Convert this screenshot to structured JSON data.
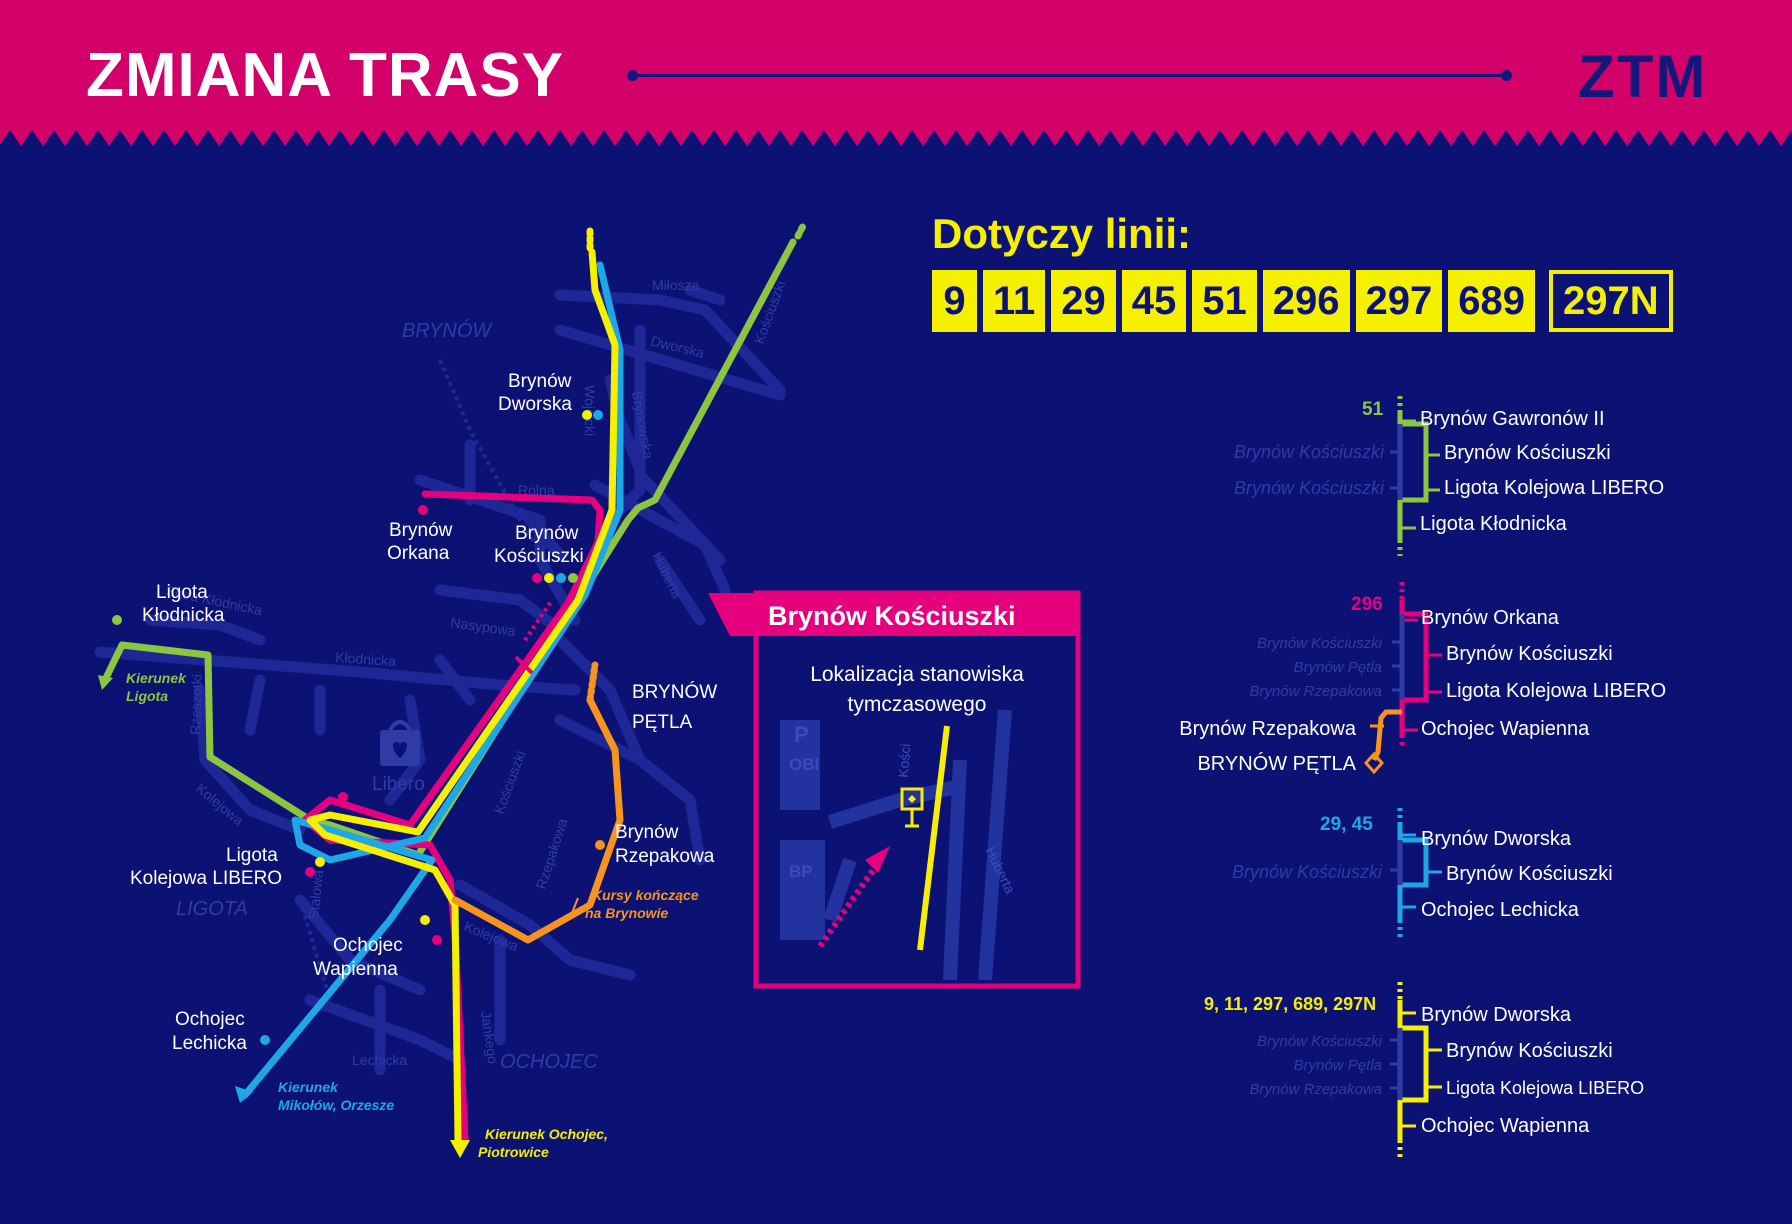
{
  "header": {
    "title": "ZMIANA TRASY",
    "logo": "ZTM",
    "bg_color": "#d4006a",
    "bg_color_body": "#0c1274"
  },
  "lines_panel": {
    "title": "Dotyczy linii:",
    "lines": [
      "9",
      "11",
      "29",
      "45",
      "51",
      "296",
      "297",
      "689",
      "297N"
    ]
  },
  "map": {
    "districts": [
      "BRYNÓW",
      "LIGOTA",
      "OCHOJEC"
    ],
    "streets": [
      "Miłosza",
      "Dworska",
      "Kościuszki",
      "Wojcicki",
      "Brynowska",
      "Rolna",
      "Huberta",
      "Stara Kłodnicka",
      "Nasypowa",
      "Kłodnicka",
      "Rzeszotki",
      "Kolejowa",
      "Kościuszki",
      "Rzepakowa",
      "Kolejowa",
      "Stalowa",
      "Jankego",
      "Lechicka"
    ],
    "stops": {
      "brynow_dworska": "Brynów Dworska",
      "brynow_orkana": "Brynów Orkana",
      "brynow_kosciuszki": "Brynów Kościuszki",
      "ligota_klodnicka": "Ligota Kłodnicka",
      "brynow_petla": "BRYNÓW PĘTLA",
      "libero": "Libero",
      "ligota_kolejowa": "Ligota Kolejowa LIBERO",
      "brynow_rzepakowa": "Brynów Rzepakowa",
      "ochojec_wapienna": "Ochojec Wapienna",
      "ochojec_lechicka": "Ochojec Lechicka"
    },
    "directions": {
      "ligota": "Kierunek Ligota",
      "mikolow": "Kierunek Mikołów, Orzesze",
      "ochojec": "Kierunek Ochojec, Piotrowice",
      "kursy": "Kursy kończące na Brynowie"
    },
    "line_colors": {
      "line_51": "#8cc63f",
      "line_296": "#e6007e",
      "line_29_45": "#1ea7e6",
      "line_9_group": "#f5ef00",
      "petla": "#f7941d"
    }
  },
  "inset": {
    "title": "Brynów Kościuszki",
    "subtitle_1": "Lokalizacja stanowiska",
    "subtitle_2": "tymczasowego",
    "labels": [
      "P",
      "OBI",
      "BP",
      "Kości",
      "Huberta"
    ]
  },
  "schematics": [
    {
      "label": "51",
      "color": "#8cc63f",
      "stops": [
        "Brynów Gawronów II",
        "Brynów Kościuszki",
        "Ligota Kolejowa LIBERO",
        "Ligota Kłodnicka"
      ],
      "old_stops": [
        "Brynów Kościuszki",
        "Brynów Kościuszki"
      ]
    },
    {
      "label": "296",
      "color": "#e6007e",
      "stops": [
        "Brynów Orkana",
        "Brynów Kościuszki",
        "Ligota Kolejowa LIBERO",
        "Ochojec Wapienna",
        "Brynów Rzepakowa",
        "BRYNÓW PĘTLA"
      ],
      "old_stops": [
        "Brynów Kościuszki",
        "Brynów Pętla",
        "Brynów Rzepakowa"
      ]
    },
    {
      "label": "29, 45",
      "color": "#1ea7e6",
      "stops": [
        "Brynów Dworska",
        "Brynów Kościuszki",
        "Ochojec Lechicka"
      ],
      "old_stops": [
        "Brynów Kościuszki"
      ]
    },
    {
      "label": "9, 11, 297, 689, 297N",
      "color": "#f5ef00",
      "stops": [
        "Brynów Dworska",
        "Brynów Kościuszki",
        "Ligota Kolejowa LIBERO",
        "Ochojec Wapienna"
      ],
      "old_stops": [
        "Brynów Kościuszki",
        "Brynów Pętla",
        "Brynów Rzepakowa"
      ]
    }
  ]
}
